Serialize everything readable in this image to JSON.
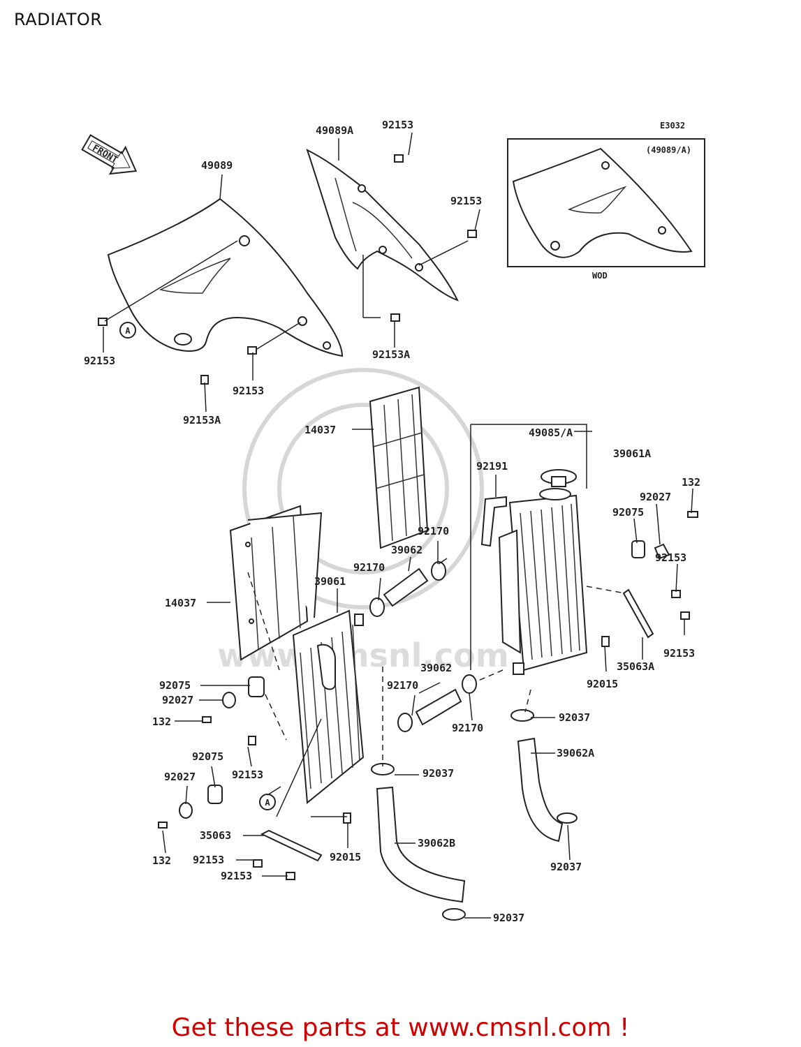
{
  "title": "RADIATOR",
  "diagram_code": "E3032",
  "front_label": "FRONT",
  "inset": {
    "label": "(49089/A)",
    "caption": "WOD"
  },
  "ref_a": "A",
  "footer": "Get these parts at www.cmsnl.com !",
  "watermark": "www.cmsnl.com",
  "callouts": [
    {
      "id": "c1",
      "text": "49089"
    },
    {
      "id": "c2",
      "text": "49089A"
    },
    {
      "id": "c3",
      "text": "92153"
    },
    {
      "id": "c4",
      "text": "92153"
    },
    {
      "id": "c5",
      "text": "92153"
    },
    {
      "id": "c6",
      "text": "92153"
    },
    {
      "id": "c7",
      "text": "92153A"
    },
    {
      "id": "c8",
      "text": "92153A"
    },
    {
      "id": "c9",
      "text": "14037"
    },
    {
      "id": "c10",
      "text": "49085/A"
    },
    {
      "id": "c11",
      "text": "39061A"
    },
    {
      "id": "c12",
      "text": "92191"
    },
    {
      "id": "c13",
      "text": "132"
    },
    {
      "id": "c14",
      "text": "92027"
    },
    {
      "id": "c15",
      "text": "92075"
    },
    {
      "id": "c16",
      "text": "92153"
    },
    {
      "id": "c17",
      "text": "92170"
    },
    {
      "id": "c18",
      "text": "39062"
    },
    {
      "id": "c19",
      "text": "92170"
    },
    {
      "id": "c20",
      "text": "39061"
    },
    {
      "id": "c21",
      "text": "14037"
    },
    {
      "id": "c22",
      "text": "92153"
    },
    {
      "id": "c23",
      "text": "35063A"
    },
    {
      "id": "c24",
      "text": "92015"
    },
    {
      "id": "c25",
      "text": "92075"
    },
    {
      "id": "c26",
      "text": "92027"
    },
    {
      "id": "c27",
      "text": "132"
    },
    {
      "id": "c28",
      "text": "39062"
    },
    {
      "id": "c29",
      "text": "92170"
    },
    {
      "id": "c30",
      "text": "92170"
    },
    {
      "id": "c31",
      "text": "92037"
    },
    {
      "id": "c32",
      "text": "39062A"
    },
    {
      "id": "c33",
      "text": "92075"
    },
    {
      "id": "c34",
      "text": "92027"
    },
    {
      "id": "c35",
      "text": "92153"
    },
    {
      "id": "c36",
      "text": "92037"
    },
    {
      "id": "c37",
      "text": "35063"
    },
    {
      "id": "c38",
      "text": "92153"
    },
    {
      "id": "c39",
      "text": "92153"
    },
    {
      "id": "c40",
      "text": "132"
    },
    {
      "id": "c41",
      "text": "92015"
    },
    {
      "id": "c42",
      "text": "39062B"
    },
    {
      "id": "c43",
      "text": "92037"
    },
    {
      "id": "c44",
      "text": "92037"
    }
  ]
}
